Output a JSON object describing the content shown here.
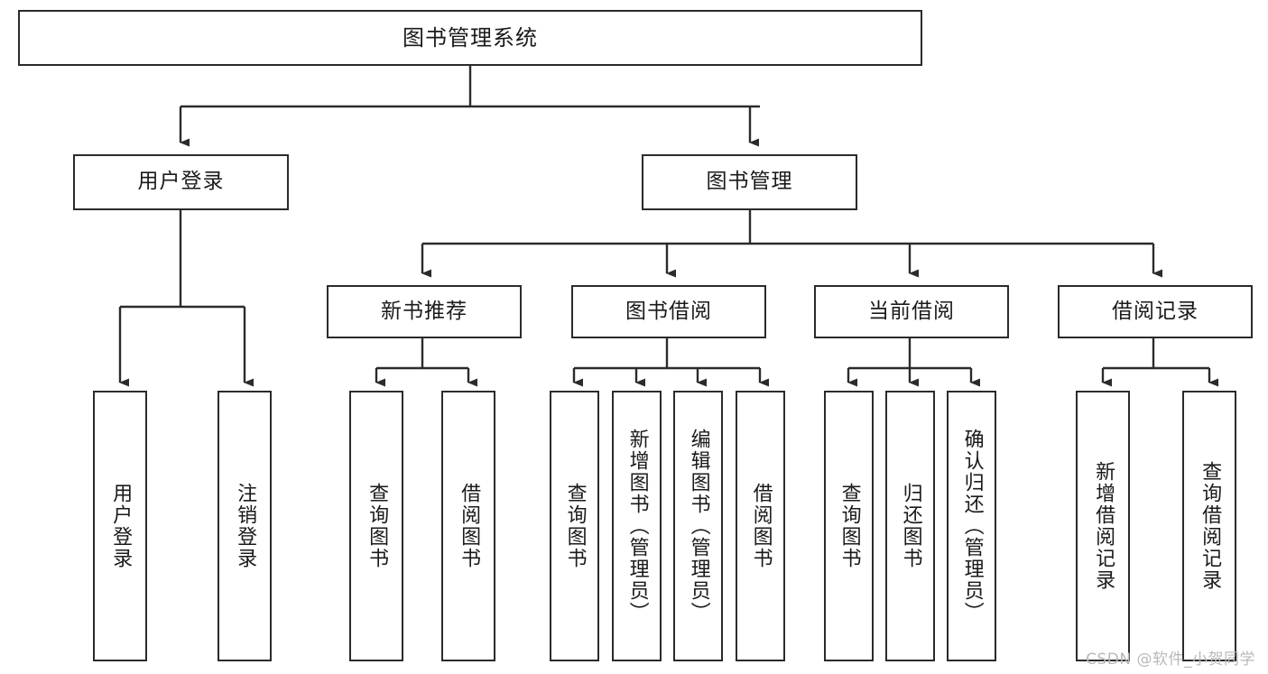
{
  "diagram": {
    "title": "图书管理系统",
    "type": "tree-hierarchy",
    "watermark": "CSDN @软件_小贺同学",
    "colors": {
      "box_border": "#2b2b2b",
      "box_fill": "#ffffff",
      "connector": "#2b2b2b",
      "text": "#1a1a1a",
      "watermark": "#b9b9b9",
      "background": "#ffffff"
    },
    "root": {
      "label": "图书管理系统"
    },
    "level2": [
      {
        "label": "用户登录"
      },
      {
        "label": "图书管理"
      }
    ],
    "level3": [
      {
        "label": "新书推荐"
      },
      {
        "label": "图书借阅"
      },
      {
        "label": "当前借阅"
      },
      {
        "label": "借阅记录"
      }
    ],
    "leaves": {
      "user_login": [
        {
          "label": "用户登录"
        },
        {
          "label": "注销登录"
        }
      ],
      "new_book": [
        {
          "label": "查询图书"
        },
        {
          "label": "借阅图书"
        }
      ],
      "book_borrow": [
        {
          "label": "查询图书"
        },
        {
          "label": "新增图书（管理员）"
        },
        {
          "label": "编辑图书（管理员）"
        },
        {
          "label": "借阅图书"
        }
      ],
      "current_borrow": [
        {
          "label": "查询图书"
        },
        {
          "label": "归还图书"
        },
        {
          "label": "确认归还（管理员）"
        }
      ],
      "borrow_record": [
        {
          "label": "新增借阅记录"
        },
        {
          "label": "查询借阅记录"
        }
      ]
    }
  }
}
